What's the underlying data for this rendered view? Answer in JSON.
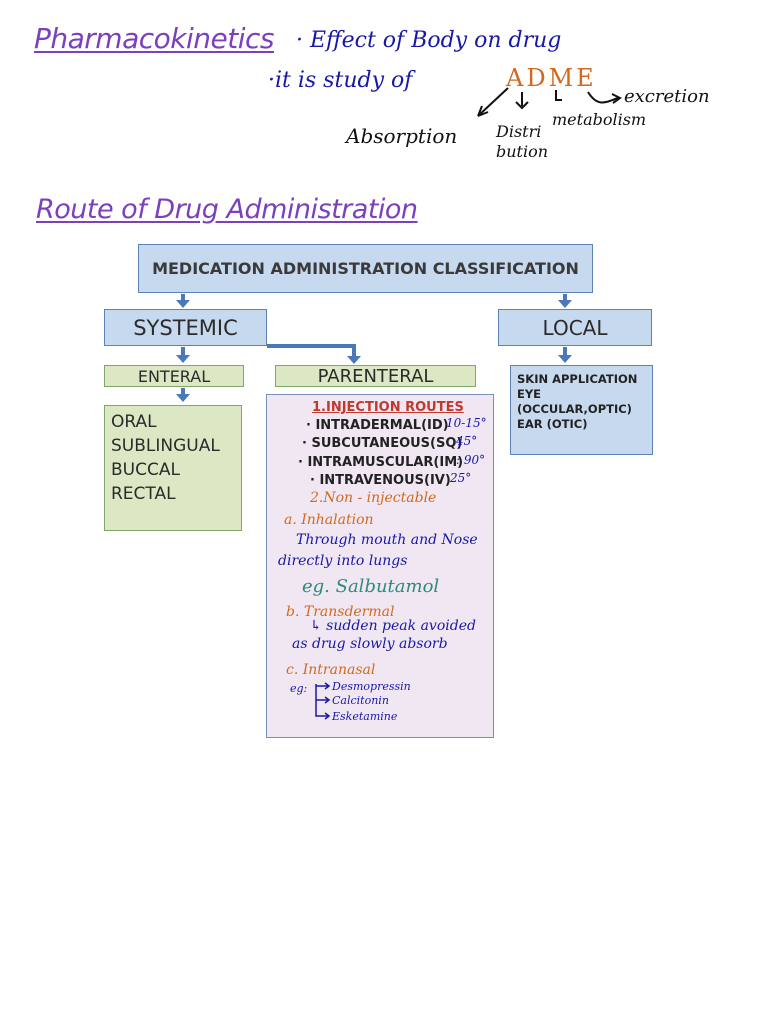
{
  "notes": {
    "pk_heading": "Pharmacokinetics",
    "pk_definition": "· Effect of Body on drug",
    "adme_prefix": "·it is study of",
    "adme": "ADME",
    "adme_absorption": "Absorption",
    "adme_distribution_1": "Distri",
    "adme_distribution_2": "bution",
    "adme_metabolism": "metabolism",
    "adme_excretion": "excretion",
    "route_heading": "Route of Drug Administration"
  },
  "diagram": {
    "title": "MEDICATION ADMINISTRATION CLASSIFICATION",
    "systemic": "SYSTEMIC",
    "local": "LOCAL",
    "enteral": "ENTERAL",
    "parenteral": "PARENTERAL",
    "enteral_items": [
      "ORAL",
      "SUBLINGUAL",
      "BUCCAL",
      "RECTAL"
    ],
    "local_items": [
      "SKIN APPLICATION",
      "EYE (OCCULAR,OPTIC)",
      "EAR (OTIC)"
    ],
    "injection_heading": "1.INJECTION ROUTES",
    "injection_routes": [
      {
        "label": "· INTRADERMAL(ID)",
        "angle": "10-15°"
      },
      {
        "label": "· SUBCUTANEOUS(SQ)",
        "angle": "45°"
      },
      {
        "label": "· INTRAMUSCULAR(IM)",
        "angle": ": 90°"
      },
      {
        "label": "· INTRAVENOUS(IV)",
        "angle": "25°"
      }
    ],
    "non_injectable": "2.Non - injectable",
    "inhalation_title": "a. Inhalation",
    "inhalation_note_1": "Through mouth and Nose",
    "inhalation_note_2": "directly into lungs",
    "inhalation_example": "eg. Salbutamol",
    "transdermal_title": "b. Transdermal",
    "transdermal_note_1": "↳ sudden peak avoided",
    "transdermal_note_2": "as drug slowly absorb",
    "intranasal_title": "c. Intranasal",
    "intranasal_eg": "eg:",
    "intranasal_items": [
      "Desmopressin",
      "Calcitonin",
      "Esketamine"
    ]
  }
}
